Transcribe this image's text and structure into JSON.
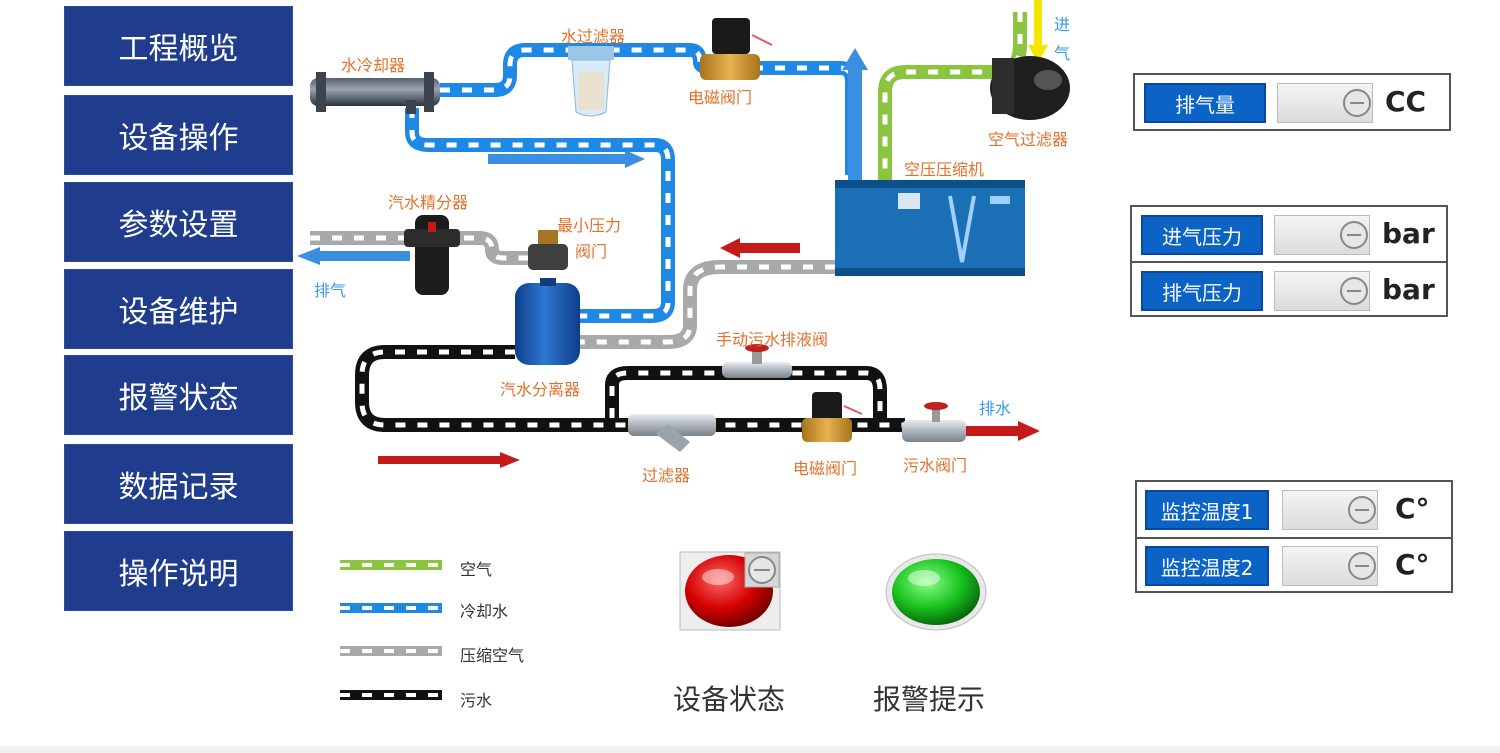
{
  "nav": [
    "工程概览",
    "设备操作",
    "参数设置",
    "设备维护",
    "报警状态",
    "数据记录",
    "操作说明"
  ],
  "components": {
    "water_cooler": "水冷却器",
    "water_filter": "水过滤器",
    "solenoid_valve_top": "电磁阀门",
    "intake_line1": "进",
    "intake_line2": "气",
    "air_filter": "空气过滤器",
    "compressor": "空压压缩机",
    "separator_fine": "汽水精分器",
    "min_pressure_line1": "最小压力",
    "min_pressure_line2": "阀门",
    "exhaust": "排气",
    "manual_drain": "手动污水排液阀",
    "separator": "汽水分离器",
    "drain_out": "排水",
    "filter": "过滤器",
    "solenoid_valve_bottom": "电磁阀门",
    "sewage_valve": "污水阀门"
  },
  "legend": [
    {
      "label": "空气",
      "color": "#8bc53f"
    },
    {
      "label": "冷却水",
      "color": "#1e88e5"
    },
    {
      "label": "压缩空气",
      "color": "#a9a9a9"
    },
    {
      "label": "污水",
      "color": "#111111"
    }
  ],
  "status": {
    "device_status": "设备状态",
    "alarm": "报警提示",
    "device_color": "#d40000",
    "alarm_color": "#19c21e"
  },
  "params": {
    "exhaust_volume": {
      "label": "排气量",
      "unit": "CC"
    },
    "intake_pressure": {
      "label": "进气压力",
      "unit": "bar"
    },
    "exhaust_pressure": {
      "label": "排气压力",
      "unit": "bar"
    },
    "temp1": {
      "label": "监控温度1",
      "unit": "C°"
    },
    "temp2": {
      "label": "监控温度2",
      "unit": "C°"
    }
  }
}
